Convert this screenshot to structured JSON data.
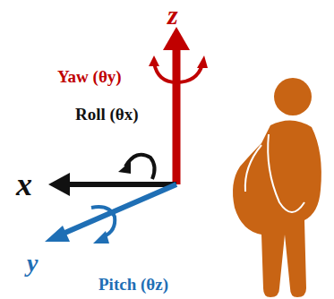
{
  "diagram": {
    "labels": [
      "z",
      "Yaw (θy)",
      "Roll (θx)",
      "x",
      "y",
      "Pitch (θz)"
    ]
  }
}
